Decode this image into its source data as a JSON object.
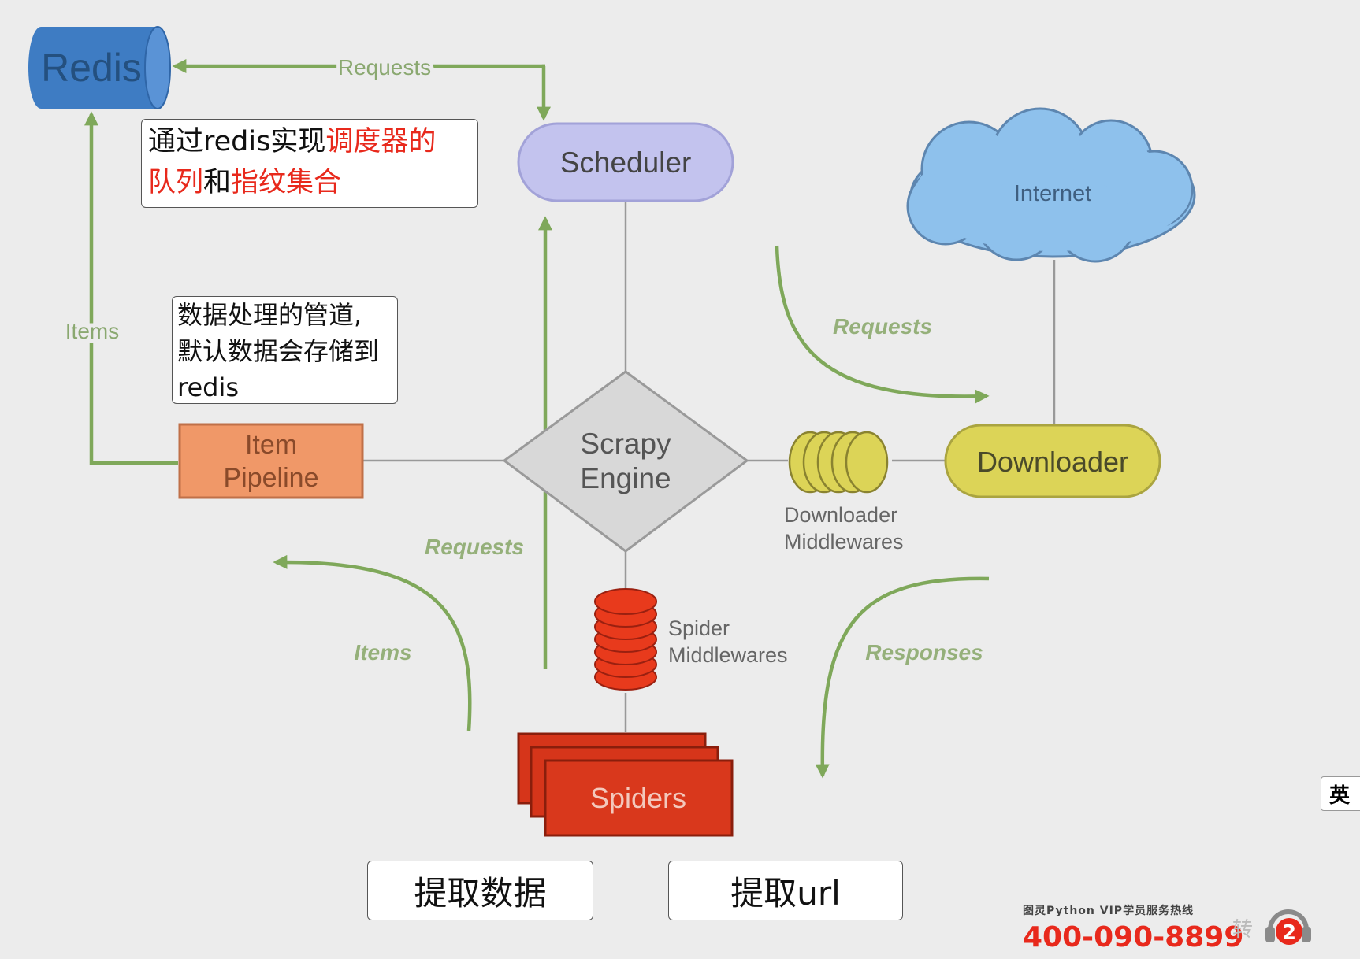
{
  "nodes": {
    "redis": "Redis",
    "scheduler": "Scheduler",
    "internet": "Internet",
    "engine_line1": "Scrapy",
    "engine_line2": "Engine",
    "pipeline_line1": "Item",
    "pipeline_line2": "Pipeline",
    "downloader": "Downloader",
    "downloader_mw_line1": "Downloader",
    "downloader_mw_line2": "Middlewares",
    "spider_mw_line1": "Spider",
    "spider_mw_line2": "Middlewares",
    "spiders": "Spiders"
  },
  "edge_labels": {
    "redis_requests": "Requests",
    "redis_items": "Items",
    "downloader_requests": "Requests",
    "spider_requests": "Requests",
    "spider_items": "Items",
    "responses": "Responses"
  },
  "notes": {
    "redis_note_part1": "通过redis实现",
    "redis_note_part2": "调度器的",
    "redis_note_part3": "队列",
    "redis_note_part4": "和",
    "redis_note_part5": "指纹集合",
    "pipeline_note_line1": "数据处理的管道,",
    "pipeline_note_line2": "默认数据会存储到",
    "pipeline_note_line3": "redis"
  },
  "boxes": {
    "extract_data": "提取数据",
    "extract_url": "提取url"
  },
  "hotline": {
    "caption": "图灵Python VIP学员服务热线",
    "number": "400-090-8899",
    "zhuan": "转",
    "badge": "2"
  },
  "ime": {
    "label": "英"
  },
  "colors": {
    "arrow": "#7fa85a",
    "redis": "#3e7cc3",
    "scheduler": "#c3c3ee",
    "internet": "#8ec1ec",
    "pipeline": "#f09868",
    "downloader": "#dcd457",
    "spiders": "#d6351a",
    "engine": "#d8d8d8",
    "accent_red": "#e8291c"
  },
  "icons": [
    "redis-cylinder-icon",
    "cloud-icon",
    "middleware-rings-icon",
    "middleware-stack-icon",
    "headset-icon"
  ]
}
